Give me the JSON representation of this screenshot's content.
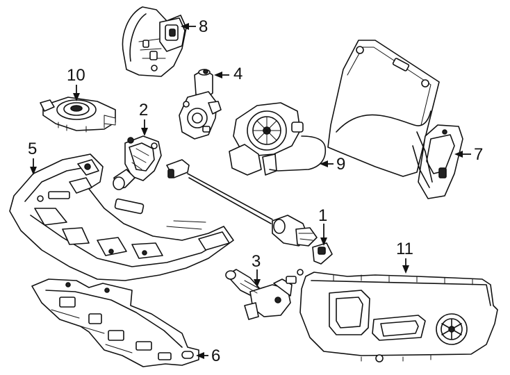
{
  "callouts": {
    "c1": "1",
    "c2": "2",
    "c3": "3",
    "c4": "4",
    "c5": "5",
    "c6": "6",
    "c7": "7",
    "c8": "8",
    "c9": "9",
    "c10": "10",
    "c11": "11"
  },
  "colors": {
    "line": "#111111",
    "background": "#ffffff"
  }
}
